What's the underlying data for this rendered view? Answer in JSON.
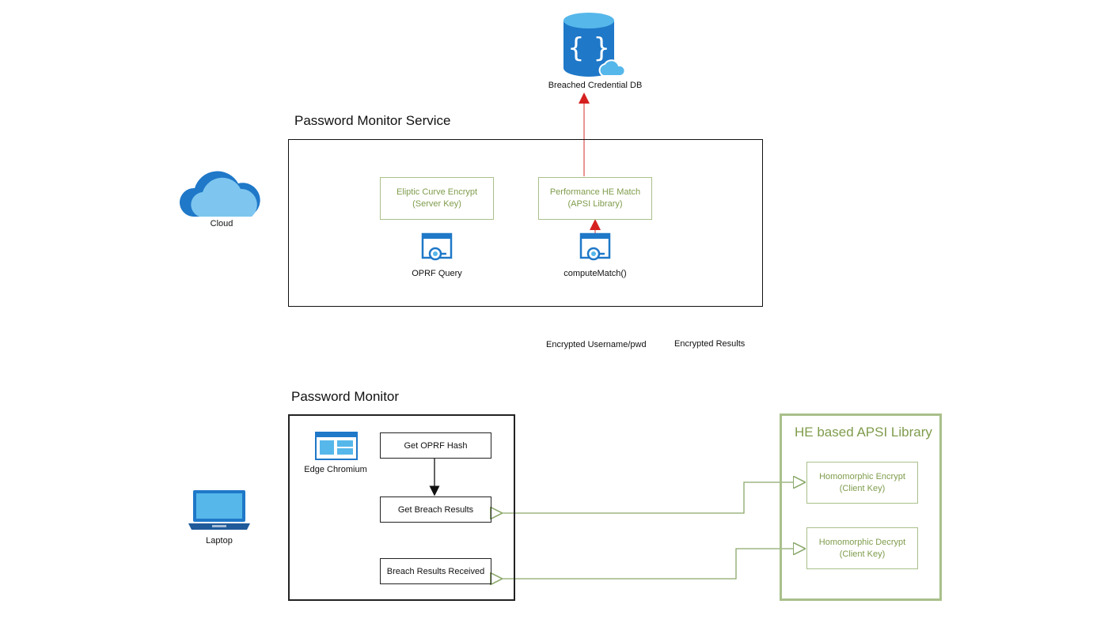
{
  "db": {
    "label": "Breached Credential DB"
  },
  "cloud": {
    "label": "Cloud"
  },
  "laptop": {
    "label": "Laptop"
  },
  "service": {
    "title": "Password Monitor Service",
    "ecc_box": {
      "line1": "Eliptic Curve Encrypt",
      "line2": "(Server Key)"
    },
    "he_box": {
      "line1": "Performance HE Match",
      "line2": "(APSI Library)"
    },
    "oprf_label": "OPRF Query",
    "compute_label": "computeMatch()"
  },
  "flow_labels": {
    "left": "Encrypted Username/pwd",
    "right": "Encrypted Results"
  },
  "monitor": {
    "title": "Password Monitor",
    "browser_label": "Edge Chromium",
    "step1": "Get OPRF Hash",
    "step2": "Get Breach Results",
    "step3": "Breach Results Received"
  },
  "apsi": {
    "title": "HE based APSI Library",
    "encrypt": {
      "line1": "Homomorphic Encrypt",
      "line2": "(Client Key)"
    },
    "decrypt": {
      "line1": "Homomorphic Decrypt",
      "line2": "(Client Key)"
    }
  },
  "colors": {
    "accent_blue": "#1f78c8",
    "light_blue": "#56b7ea",
    "green": "#a9c08b",
    "green_text": "#7f9c4c",
    "red_arrow": "#e06a6a"
  }
}
